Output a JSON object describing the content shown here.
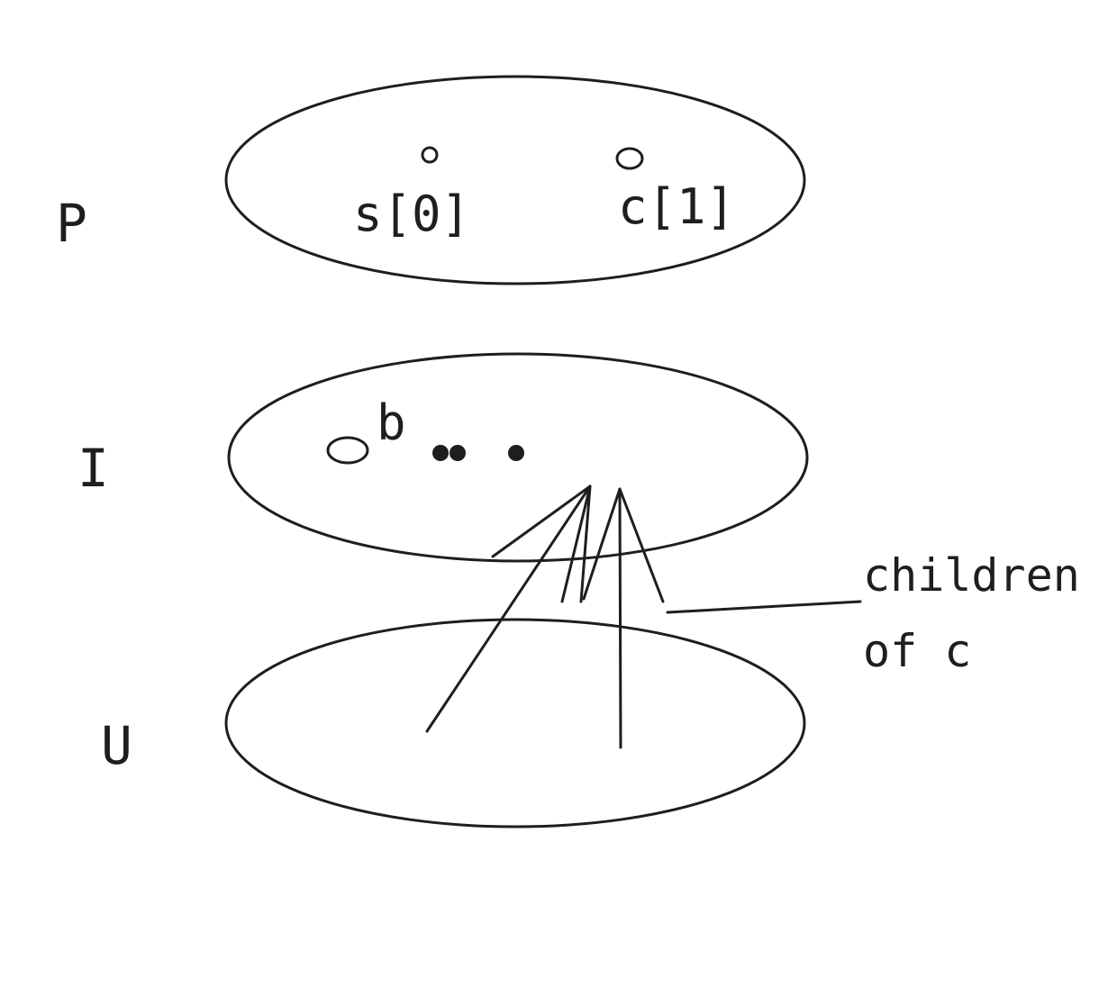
{
  "layers": [
    {
      "id": "P",
      "label": "P"
    },
    {
      "id": "I",
      "label": "I"
    },
    {
      "id": "U",
      "label": "U"
    }
  ],
  "nodes": {
    "s0": {
      "label": "s[0]",
      "kind": "open-circle"
    },
    "c1": {
      "label": "c[1]",
      "kind": "open-circle"
    },
    "b": {
      "label": "b",
      "kind": "open-circle"
    },
    "dots": {
      "kind": "filled-dots",
      "count": 3
    }
  },
  "annotation": {
    "line1": "children",
    "line2": "of c"
  },
  "colors": {
    "stroke": "#1e1e1e",
    "background": "#ffffff"
  }
}
